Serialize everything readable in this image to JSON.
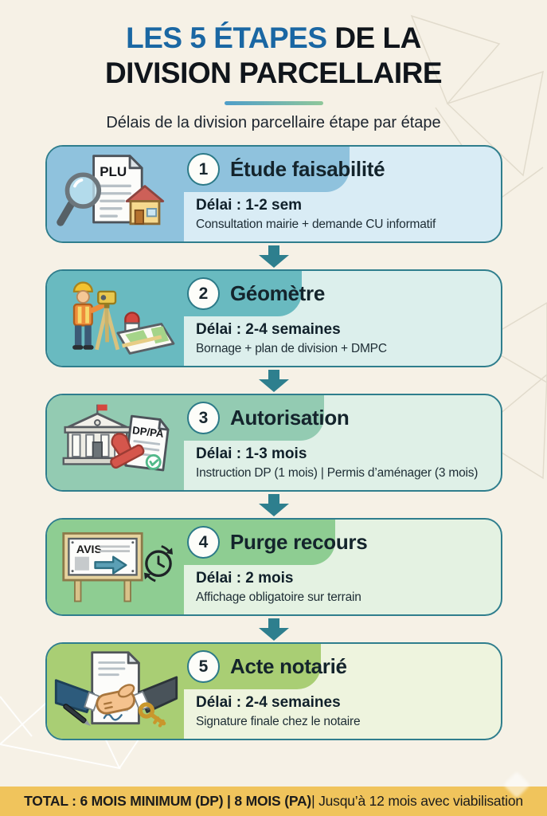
{
  "header": {
    "title_highlight": "LES 5 ÉTAPES",
    "title_rest": " DE LA",
    "title_line2": "DIVISION PARCELLAIRE",
    "subtitle": "Délais de la division parcellaire étape par étape"
  },
  "steps": [
    {
      "number": "1",
      "title": "Étude faisabilité",
      "delay": "Délai : 1-2 sem",
      "detail": "Consultation mairie + demande CU informatif",
      "badge": "PLU",
      "icon": "plu-document-magnifier-house"
    },
    {
      "number": "2",
      "title": "Géomètre",
      "delay": "Délai : 2-4 semaines",
      "detail": "Bornage + plan de division + DMPC",
      "icon": "surveyor-theodolite-map"
    },
    {
      "number": "3",
      "title": "Autorisation",
      "delay": "Délai : 1-3 mois",
      "detail": "Instruction DP (1 mois) | Permis d’aménager (3 mois)",
      "badge": "DP/PA",
      "icon": "town-hall-stamped-document"
    },
    {
      "number": "4",
      "title": "Purge recours",
      "delay": "Délai : 2 mois",
      "detail": "Affichage obligatoire sur terrain",
      "badge": "AVIS",
      "icon": "notice-board-clock"
    },
    {
      "number": "5",
      "title": "Acte notarié",
      "delay": "Délai : 2-4 semaines",
      "detail": "Signature finale chez le notaire",
      "icon": "handshake-contract-key"
    }
  ],
  "footer": {
    "total_bold": "TOTAL : 6 MOIS MINIMUM (DP) | 8 MOIS (PA)",
    "total_rest": " | Jusqu’à 12 mois avec viabilisation"
  },
  "colors": {
    "background": "#f6f1e6",
    "title_highlight": "#1a67a3",
    "title_dark": "#10151b",
    "card_border": "#2f7e8d",
    "arrow": "#2e7f8e",
    "footer_background": "#f0c45c",
    "step_accents": [
      "#8fc2dd",
      "#69bac0",
      "#93cbb2",
      "#8ecd92",
      "#a9ce74"
    ],
    "step_surfaces": [
      "#d9ecf5",
      "#dcefec",
      "#dff0e7",
      "#e4f2e2",
      "#eef4de"
    ]
  }
}
